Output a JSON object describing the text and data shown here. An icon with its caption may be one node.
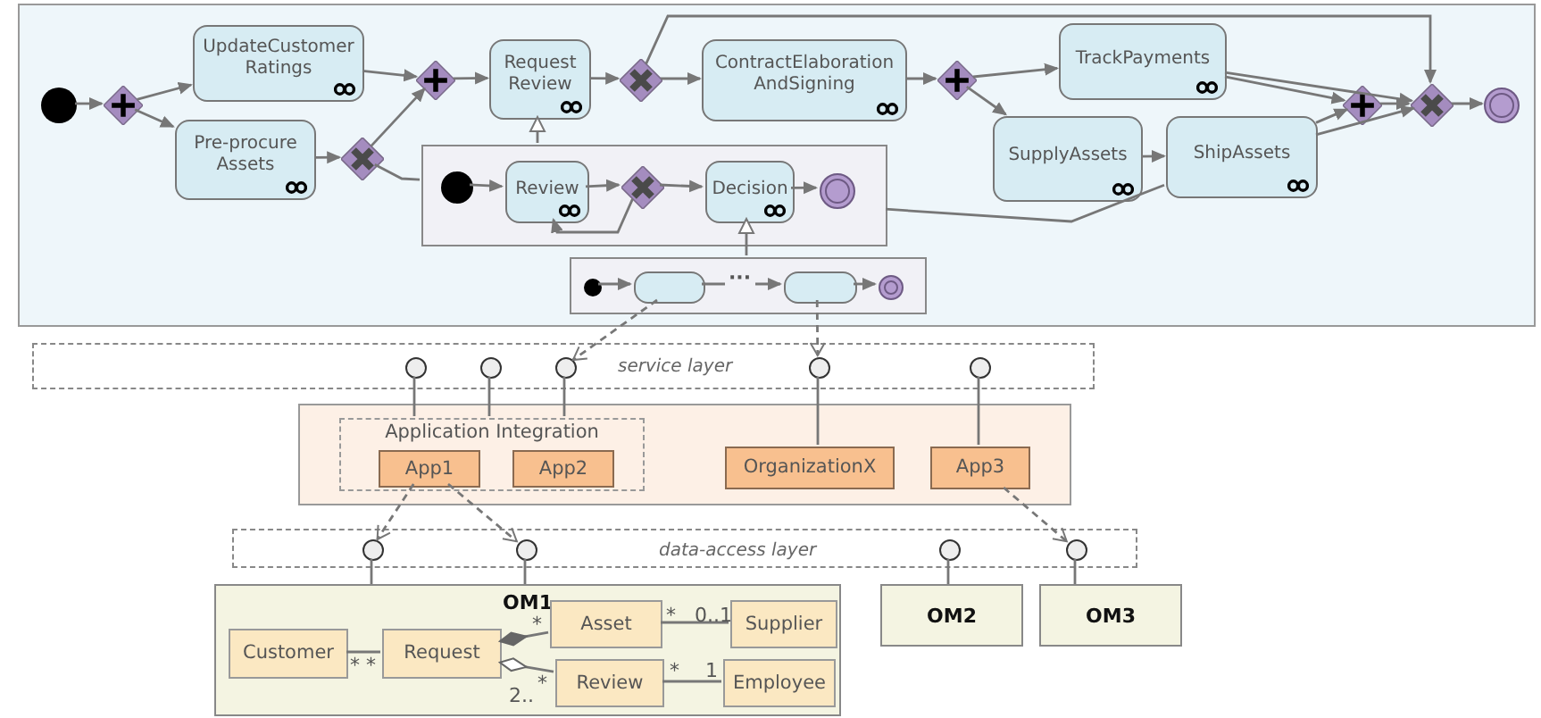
{
  "diagram": {
    "nodes": [
      {
        "text": [],
        "shape": "box"
      },
      {
        "text": [],
        "shape": "circle",
        "in": 0
      },
      {
        "text": [],
        "shape": "diamond",
        "in": 0
      },
      {
        "text": [
          "UpdateCustomer Ratings"
        ],
        "in": 0
      },
      {
        "text": [
          "Pre-procure Assets"
        ],
        "in": 0
      },
      {
        "text": [],
        "shape": "diamond",
        "in": 0
      },
      {
        "text": [],
        "shape": "diamond",
        "in": 0
      },
      {
        "text": [
          "Request Review"
        ],
        "in": 0
      },
      {
        "text": [],
        "shape": "diamond",
        "in": 0
      },
      {
        "text": [
          "ContractElaboration AndSigning"
        ],
        "in": 0
      },
      {
        "text": [],
        "shape": "diamond",
        "in": 0
      },
      {
        "text": [
          "TrackPayments"
        ],
        "in": 0
      },
      {
        "text": [
          "SupplyAssets"
        ],
        "in": 0
      },
      {
        "text": [
          "ShipAssets"
        ],
        "in": 0
      },
      {
        "text": [],
        "shape": "diamond",
        "in": 0
      },
      {
        "text": [],
        "shape": "diamond",
        "in": 0
      },
      {
        "text": [],
        "shape": "circle",
        "in": 0
      },
      {
        "text": [],
        "shape": "box",
        "in": 0
      },
      {
        "text": [],
        "shape": "circle",
        "in": 17
      },
      {
        "text": [
          "Review"
        ],
        "in": 17
      },
      {
        "text": [],
        "shape": "diamond",
        "in": 17
      },
      {
        "text": [
          "Decision"
        ],
        "in": 17
      },
      {
        "text": [],
        "shape": "circle",
        "in": 17
      },
      {
        "text": [],
        "shape": "box",
        "in": 0
      },
      {
        "text": [],
        "shape": "circle",
        "in": 23
      },
      {
        "text": [],
        "shape": "box",
        "in": 23
      },
      {
        "text": [],
        "shape": "box",
        "in": 23
      },
      {
        "text": [],
        "shape": "circle",
        "in": 23
      },
      {
        "text": [
          "service layer"
        ]
      },
      {
        "text": [],
        "shape": "circle",
        "in": 28
      },
      {
        "text": [],
        "shape": "circle",
        "in": 28
      },
      {
        "text": [],
        "shape": "circle",
        "in": 28
      },
      {
        "text": [],
        "shape": "circle",
        "in": 28
      },
      {
        "text": [],
        "shape": "circle",
        "in": 28
      },
      {
        "text": [],
        "shape": "box"
      },
      {
        "text": [
          "Application Integration"
        ],
        "in": 34
      },
      {
        "text": [
          "App1"
        ],
        "in": 35
      },
      {
        "text": [
          "App2"
        ],
        "in": 35
      },
      {
        "text": [
          "OrganizationX"
        ],
        "in": 34
      },
      {
        "text": [
          "App3"
        ],
        "in": 34
      },
      {
        "text": [
          "data-access layer"
        ]
      },
      {
        "text": [],
        "shape": "circle",
        "in": 40
      },
      {
        "text": [],
        "shape": "circle",
        "in": 40
      },
      {
        "text": [],
        "shape": "circle",
        "in": 40
      },
      {
        "text": [],
        "shape": "circle",
        "in": 40
      },
      {
        "text": [
          "OM1"
        ]
      },
      {
        "text": [
          "Customer"
        ],
        "in": 45
      },
      {
        "text": [
          "Request"
        ],
        "in": 45
      },
      {
        "text": [
          "Asset"
        ],
        "in": 45
      },
      {
        "text": [
          "Supplier"
        ],
        "in": 45
      },
      {
        "text": [
          "Review"
        ],
        "in": 45
      },
      {
        "text": [
          "Employee"
        ],
        "in": 45
      },
      {
        "text": [
          "OM2"
        ]
      },
      {
        "text": [
          "OM3"
        ]
      }
    ],
    "edges": [
      {
        "from": 1,
        "to": 2,
        "arrow": "to"
      },
      {
        "from": 2,
        "to": 3,
        "arrow": "to"
      },
      {
        "from": 2,
        "to": 4,
        "arrow": "to"
      },
      {
        "from": 3,
        "to": 6,
        "arrow": "to"
      },
      {
        "from": 4,
        "to": 5,
        "arrow": "to"
      },
      {
        "from": 5,
        "to": 6,
        "arrow": "to"
      },
      {
        "from": 5,
        "to": 17,
        "arrow": "none"
      },
      {
        "from": 6,
        "to": 7,
        "arrow": "to"
      },
      {
        "from": 7,
        "to": 8,
        "arrow": "to"
      },
      {
        "from": 8,
        "to": 9,
        "arrow": "to"
      },
      {
        "from": 8,
        "to": 15,
        "arrow": "to"
      },
      {
        "from": 9,
        "to": 10,
        "arrow": "to"
      },
      {
        "from": 10,
        "to": 11,
        "arrow": "to"
      },
      {
        "from": 10,
        "to": 12,
        "arrow": "to"
      },
      {
        "from": 12,
        "to": 13,
        "arrow": "to"
      },
      {
        "from": 11,
        "to": 14,
        "arrow": "to"
      },
      {
        "from": 11,
        "to": 15,
        "arrow": "to"
      },
      {
        "from": 13,
        "to": 14,
        "arrow": "to"
      },
      {
        "from": 13,
        "to": 15,
        "arrow": "to"
      },
      {
        "from": 14,
        "to": 15,
        "arrow": "to"
      },
      {
        "from": 15,
        "to": 16,
        "arrow": "to"
      },
      {
        "from": 17,
        "to": 13,
        "arrow": "none"
      },
      {
        "from": 17,
        "to": 7,
        "arrow": "to"
      },
      {
        "from": 23,
        "to": 21,
        "arrow": "to"
      },
      {
        "from": 18,
        "to": 19,
        "arrow": "to"
      },
      {
        "from": 19,
        "to": 20,
        "arrow": "to"
      },
      {
        "from": 20,
        "to": 21,
        "arrow": "to"
      },
      {
        "from": 20,
        "to": 19,
        "arrow": "to"
      },
      {
        "from": 21,
        "to": 22,
        "arrow": "to"
      },
      {
        "from": 24,
        "to": 25,
        "arrow": "to"
      },
      {
        "from": 25,
        "to": 26,
        "arrow": "to",
        "label": "···"
      },
      {
        "from": 26,
        "to": 27,
        "arrow": "to"
      },
      {
        "from": 25,
        "to": 31,
        "arrow": "to",
        "style": "dashed"
      },
      {
        "from": 26,
        "to": 32,
        "arrow": "to",
        "style": "dashed"
      },
      {
        "from": 29,
        "to": 35,
        "arrow": "none"
      },
      {
        "from": 30,
        "to": 35,
        "arrow": "none"
      },
      {
        "from": 31,
        "to": 35,
        "arrow": "none"
      },
      {
        "from": 32,
        "to": 38,
        "arrow": "none"
      },
      {
        "from": 33,
        "to": 39,
        "arrow": "none"
      },
      {
        "from": 36,
        "to": 41,
        "arrow": "to",
        "style": "dashed"
      },
      {
        "from": 36,
        "to": 42,
        "arrow": "to",
        "style": "dashed"
      },
      {
        "from": 39,
        "to": 44,
        "arrow": "to",
        "style": "dashed"
      },
      {
        "from": 41,
        "to": 45,
        "arrow": "none"
      },
      {
        "from": 42,
        "to": 45,
        "arrow": "none"
      },
      {
        "from": 43,
        "to": 52,
        "arrow": "none"
      },
      {
        "from": 44,
        "to": 53,
        "arrow": "none"
      },
      {
        "from": 46,
        "to": 47,
        "arrow": "none"
      },
      {
        "from": 47,
        "to": 48,
        "arrow": "other"
      },
      {
        "from": 47,
        "to": 50,
        "arrow": "other"
      },
      {
        "from": 48,
        "to": 49,
        "arrow": "none"
      },
      {
        "from": 50,
        "to": 51,
        "arrow": "none"
      }
    ],
    "labels": [
      "*",
      "0..1",
      "*",
      "* *",
      "*",
      "1",
      "*",
      "2.."
    ]
  }
}
